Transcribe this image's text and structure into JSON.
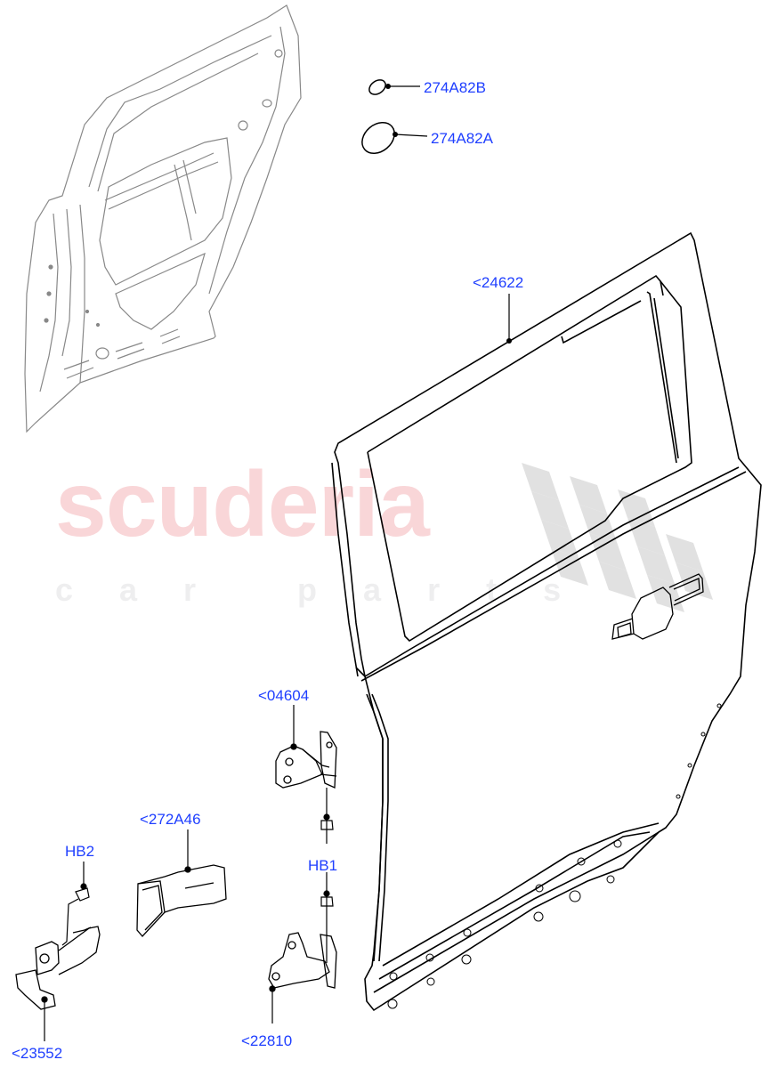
{
  "diagram": {
    "type": "exploded-parts-diagram",
    "subject": "Rear door assembly",
    "background": "#ffffff",
    "label_color": "#1f3fff",
    "line_color": "#000000",
    "reference_view_color": "#888888"
  },
  "watermark": {
    "main_text": "scuderia",
    "sub_text": "car parts",
    "main_color": "#f9d6d8",
    "sub_color": "#eeeeef",
    "checker_color": "#dcdcdc"
  },
  "callouts": [
    {
      "id": "274A82B",
      "label": "274A82B",
      "part": "small grommet / plug"
    },
    {
      "id": "274A82A",
      "label": "274A82A",
      "part": "large grommet / plug"
    },
    {
      "id": "24622",
      "label": "<24622",
      "part": "rear door shell"
    },
    {
      "id": "04604",
      "label": "<04604",
      "part": "upper hinge"
    },
    {
      "id": "272A46",
      "label": "<272A46",
      "part": "door check strap housing"
    },
    {
      "id": "HB2",
      "label": "HB2",
      "part": "bolt"
    },
    {
      "id": "HB1",
      "label": "HB1",
      "part": "hinge bolts"
    },
    {
      "id": "23552",
      "label": "<23552",
      "part": "door check strap"
    },
    {
      "id": "22810",
      "label": "<22810",
      "part": "lower hinge"
    }
  ]
}
